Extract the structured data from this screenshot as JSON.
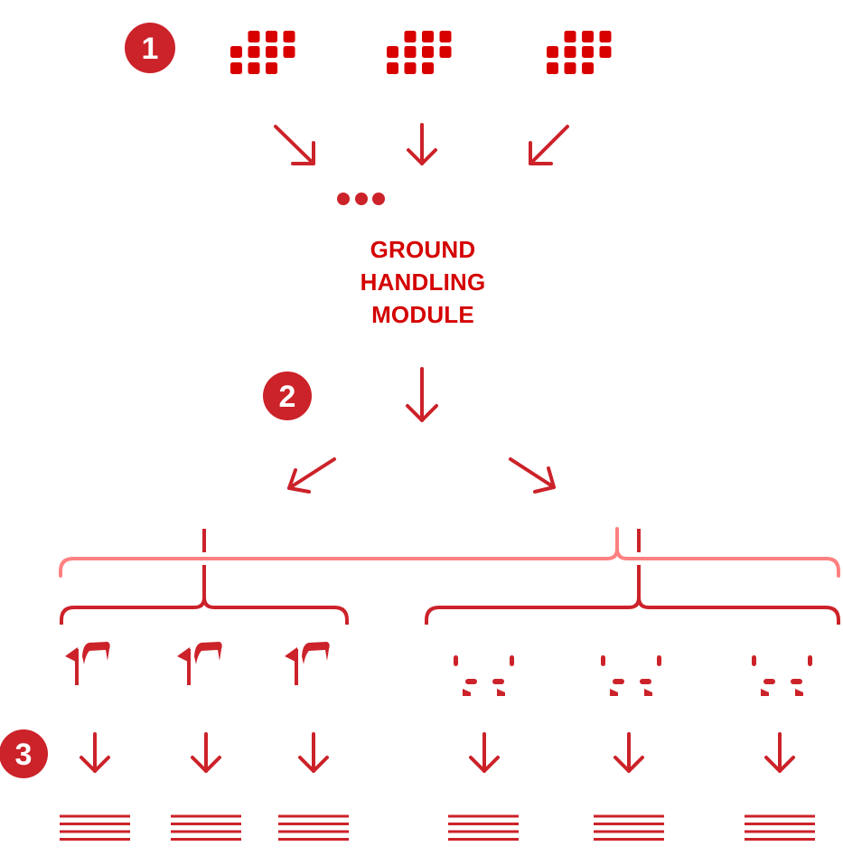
{
  "title": {
    "lines": [
      "GROUND",
      "HANDLING",
      "MODULE"
    ]
  },
  "steps": [
    {
      "number": "1",
      "label": "step-1"
    },
    {
      "number": "2",
      "label": "step-2"
    },
    {
      "number": "3",
      "label": "step-3"
    }
  ],
  "colors": {
    "badge": "#cc2229",
    "grid": "#d90000",
    "stroke": "#cc2229",
    "bracket_light": "#ff8080",
    "text": "#d40000"
  },
  "icons": {
    "sources": [
      "grid-icon",
      "grid-icon",
      "grid-icon"
    ],
    "more": "ellipsis-icon",
    "left_group": [
      "flag-icon",
      "flag-icon",
      "flag-icon"
    ],
    "right_group": [
      "dashed-frame-icon",
      "dashed-frame-icon",
      "dashed-frame-icon"
    ],
    "outputs": [
      "lines-icon",
      "lines-icon",
      "lines-icon",
      "lines-icon",
      "lines-icon",
      "lines-icon"
    ]
  }
}
